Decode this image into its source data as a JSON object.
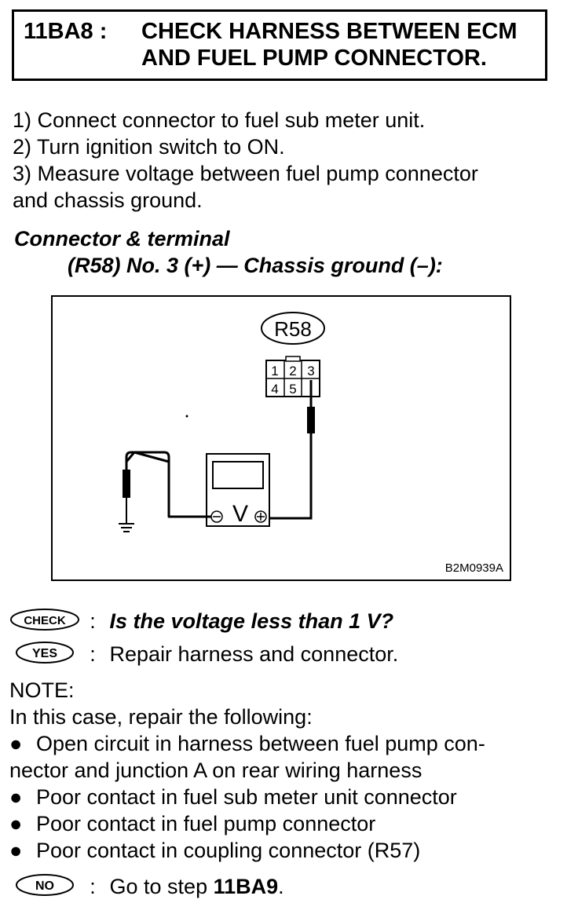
{
  "header": {
    "code": "11BA8 :",
    "title_line1": "CHECK HARNESS BETWEEN ECM",
    "title_line2": "AND FUEL PUMP CONNECTOR."
  },
  "steps": [
    "1)  Connect connector to fuel sub meter unit.",
    "2)  Turn ignition switch to ON.",
    "3)  Measure voltage between fuel pump connector",
    "and chassis ground."
  ],
  "connector": {
    "heading": "Connector & terminal",
    "spec": "(R58) No. 3 (+) — Chassis ground (–):"
  },
  "figure": {
    "connector_label": "R58",
    "pins": [
      "1",
      "2",
      "3",
      "4",
      "5"
    ],
    "meter_symbol": "V",
    "figure_id": "B2M0939A"
  },
  "check": {
    "badge": "CHECK",
    "colon": ":",
    "question": "Is the voltage less than 1 V?"
  },
  "yes": {
    "badge": "YES",
    "colon": ":",
    "text": "Repair harness and connector."
  },
  "note": {
    "label": "NOTE:",
    "intro": "In this case, repair the following:",
    "bullet_symbol": "●",
    "item1_line1": "Open circuit in harness between fuel pump con-",
    "item1_line2": "nector and junction A on rear wiring harness",
    "item2": "Poor contact in fuel sub meter unit connector",
    "item3": "Poor contact in fuel pump connector",
    "item4": "Poor contact in coupling connector (R57)"
  },
  "no": {
    "badge": "NO",
    "colon": ":",
    "text_prefix": "Go to step ",
    "step_ref": "11BA9",
    "text_suffix": "."
  }
}
